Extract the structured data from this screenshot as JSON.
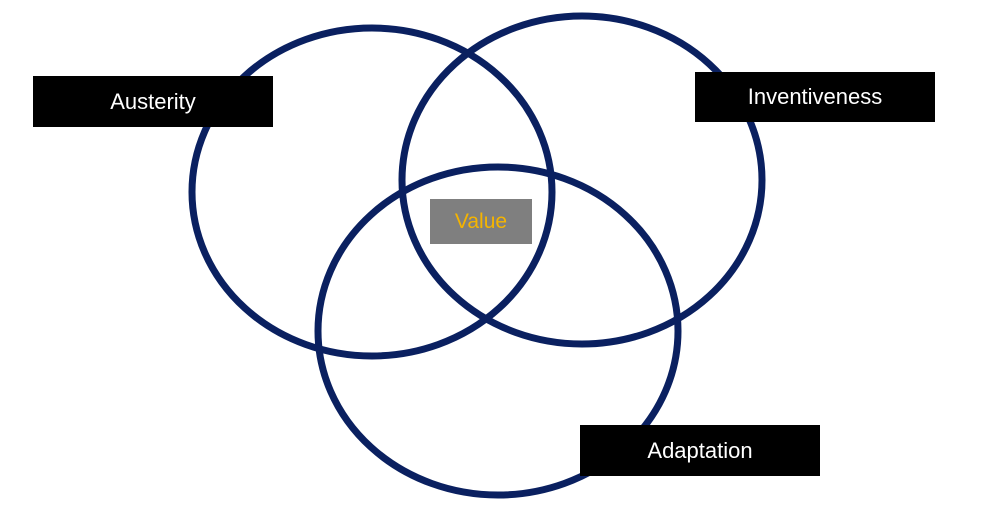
{
  "colors": {
    "circle_stroke": "#0a2060",
    "label_bg": "#000000",
    "label_text": "#ffffff",
    "center_bg": "#7f7f7f",
    "center_text": "#f5b400"
  },
  "sets": [
    {
      "key": "austerity",
      "label": "Austerity"
    },
    {
      "key": "inventiveness",
      "label": "Inventiveness"
    },
    {
      "key": "adaptation",
      "label": "Adaptation"
    }
  ],
  "intersection": {
    "label": "Value"
  }
}
